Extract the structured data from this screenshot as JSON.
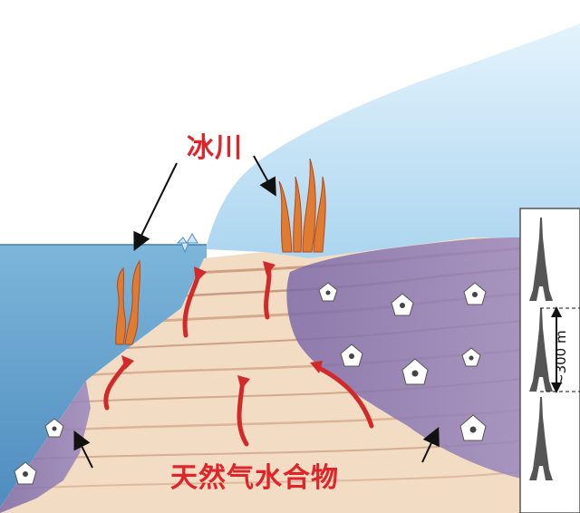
{
  "labels": {
    "glacier": "冰川",
    "gas_hydrate": "天然气水合物"
  },
  "scale": {
    "height_label": "~300 m"
  },
  "colors": {
    "sea": "#6aa9d0",
    "glacier_ice": "#a9d4ef",
    "sediment": "#f3dcc4",
    "hydrate_zone": "#8e7db1",
    "gas_flow_arrow": "#d22a2a",
    "label_text": "#e0242a"
  },
  "icons": {
    "tower": "eiffel-tower-icon",
    "hydrate": "hydrate-cage-icon",
    "seep": "gas-seep-plume-icon"
  }
}
